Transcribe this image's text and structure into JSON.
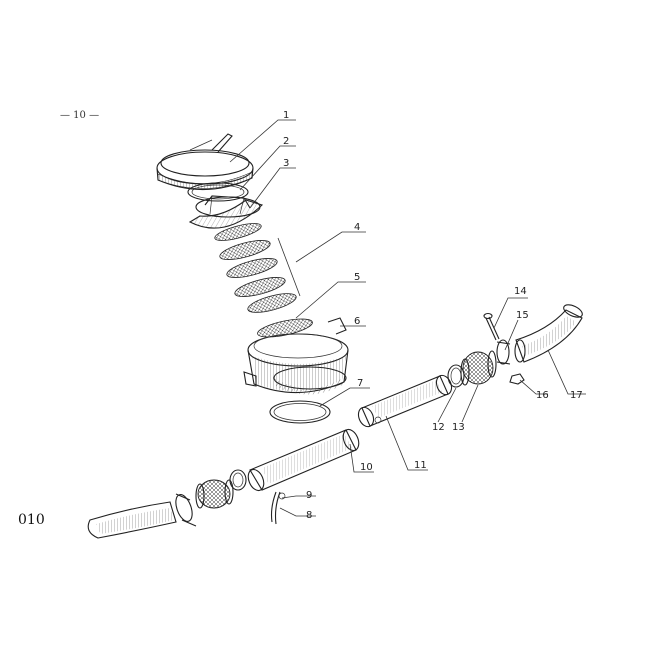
{
  "page_number": "— 10 —",
  "plate_code": "010",
  "callouts": [
    "1",
    "2",
    "3",
    "4",
    "5",
    "6",
    "7",
    "8",
    "9",
    "10",
    "11",
    "12",
    "13",
    "14",
    "15",
    "16",
    "17"
  ]
}
